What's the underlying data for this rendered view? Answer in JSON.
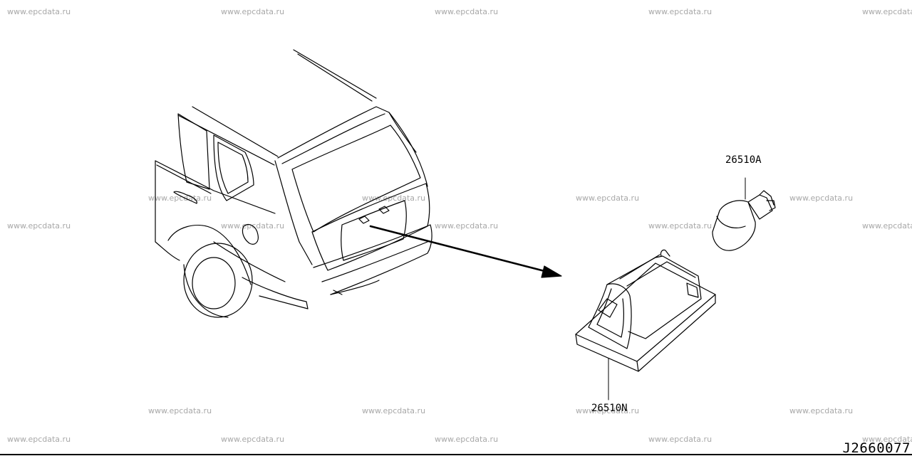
{
  "watermark_text": "www.epcdata.ru",
  "parts": [
    {
      "id": "bulb",
      "label": "26510A",
      "name": "bulb-icon"
    },
    {
      "id": "lamp",
      "label": "26510N",
      "name": "license-lamp-icon"
    }
  ],
  "document_code": "J2660077",
  "colors": {
    "line": "#000000",
    "watermark": "#a8a8a8",
    "background": "#ffffff"
  }
}
